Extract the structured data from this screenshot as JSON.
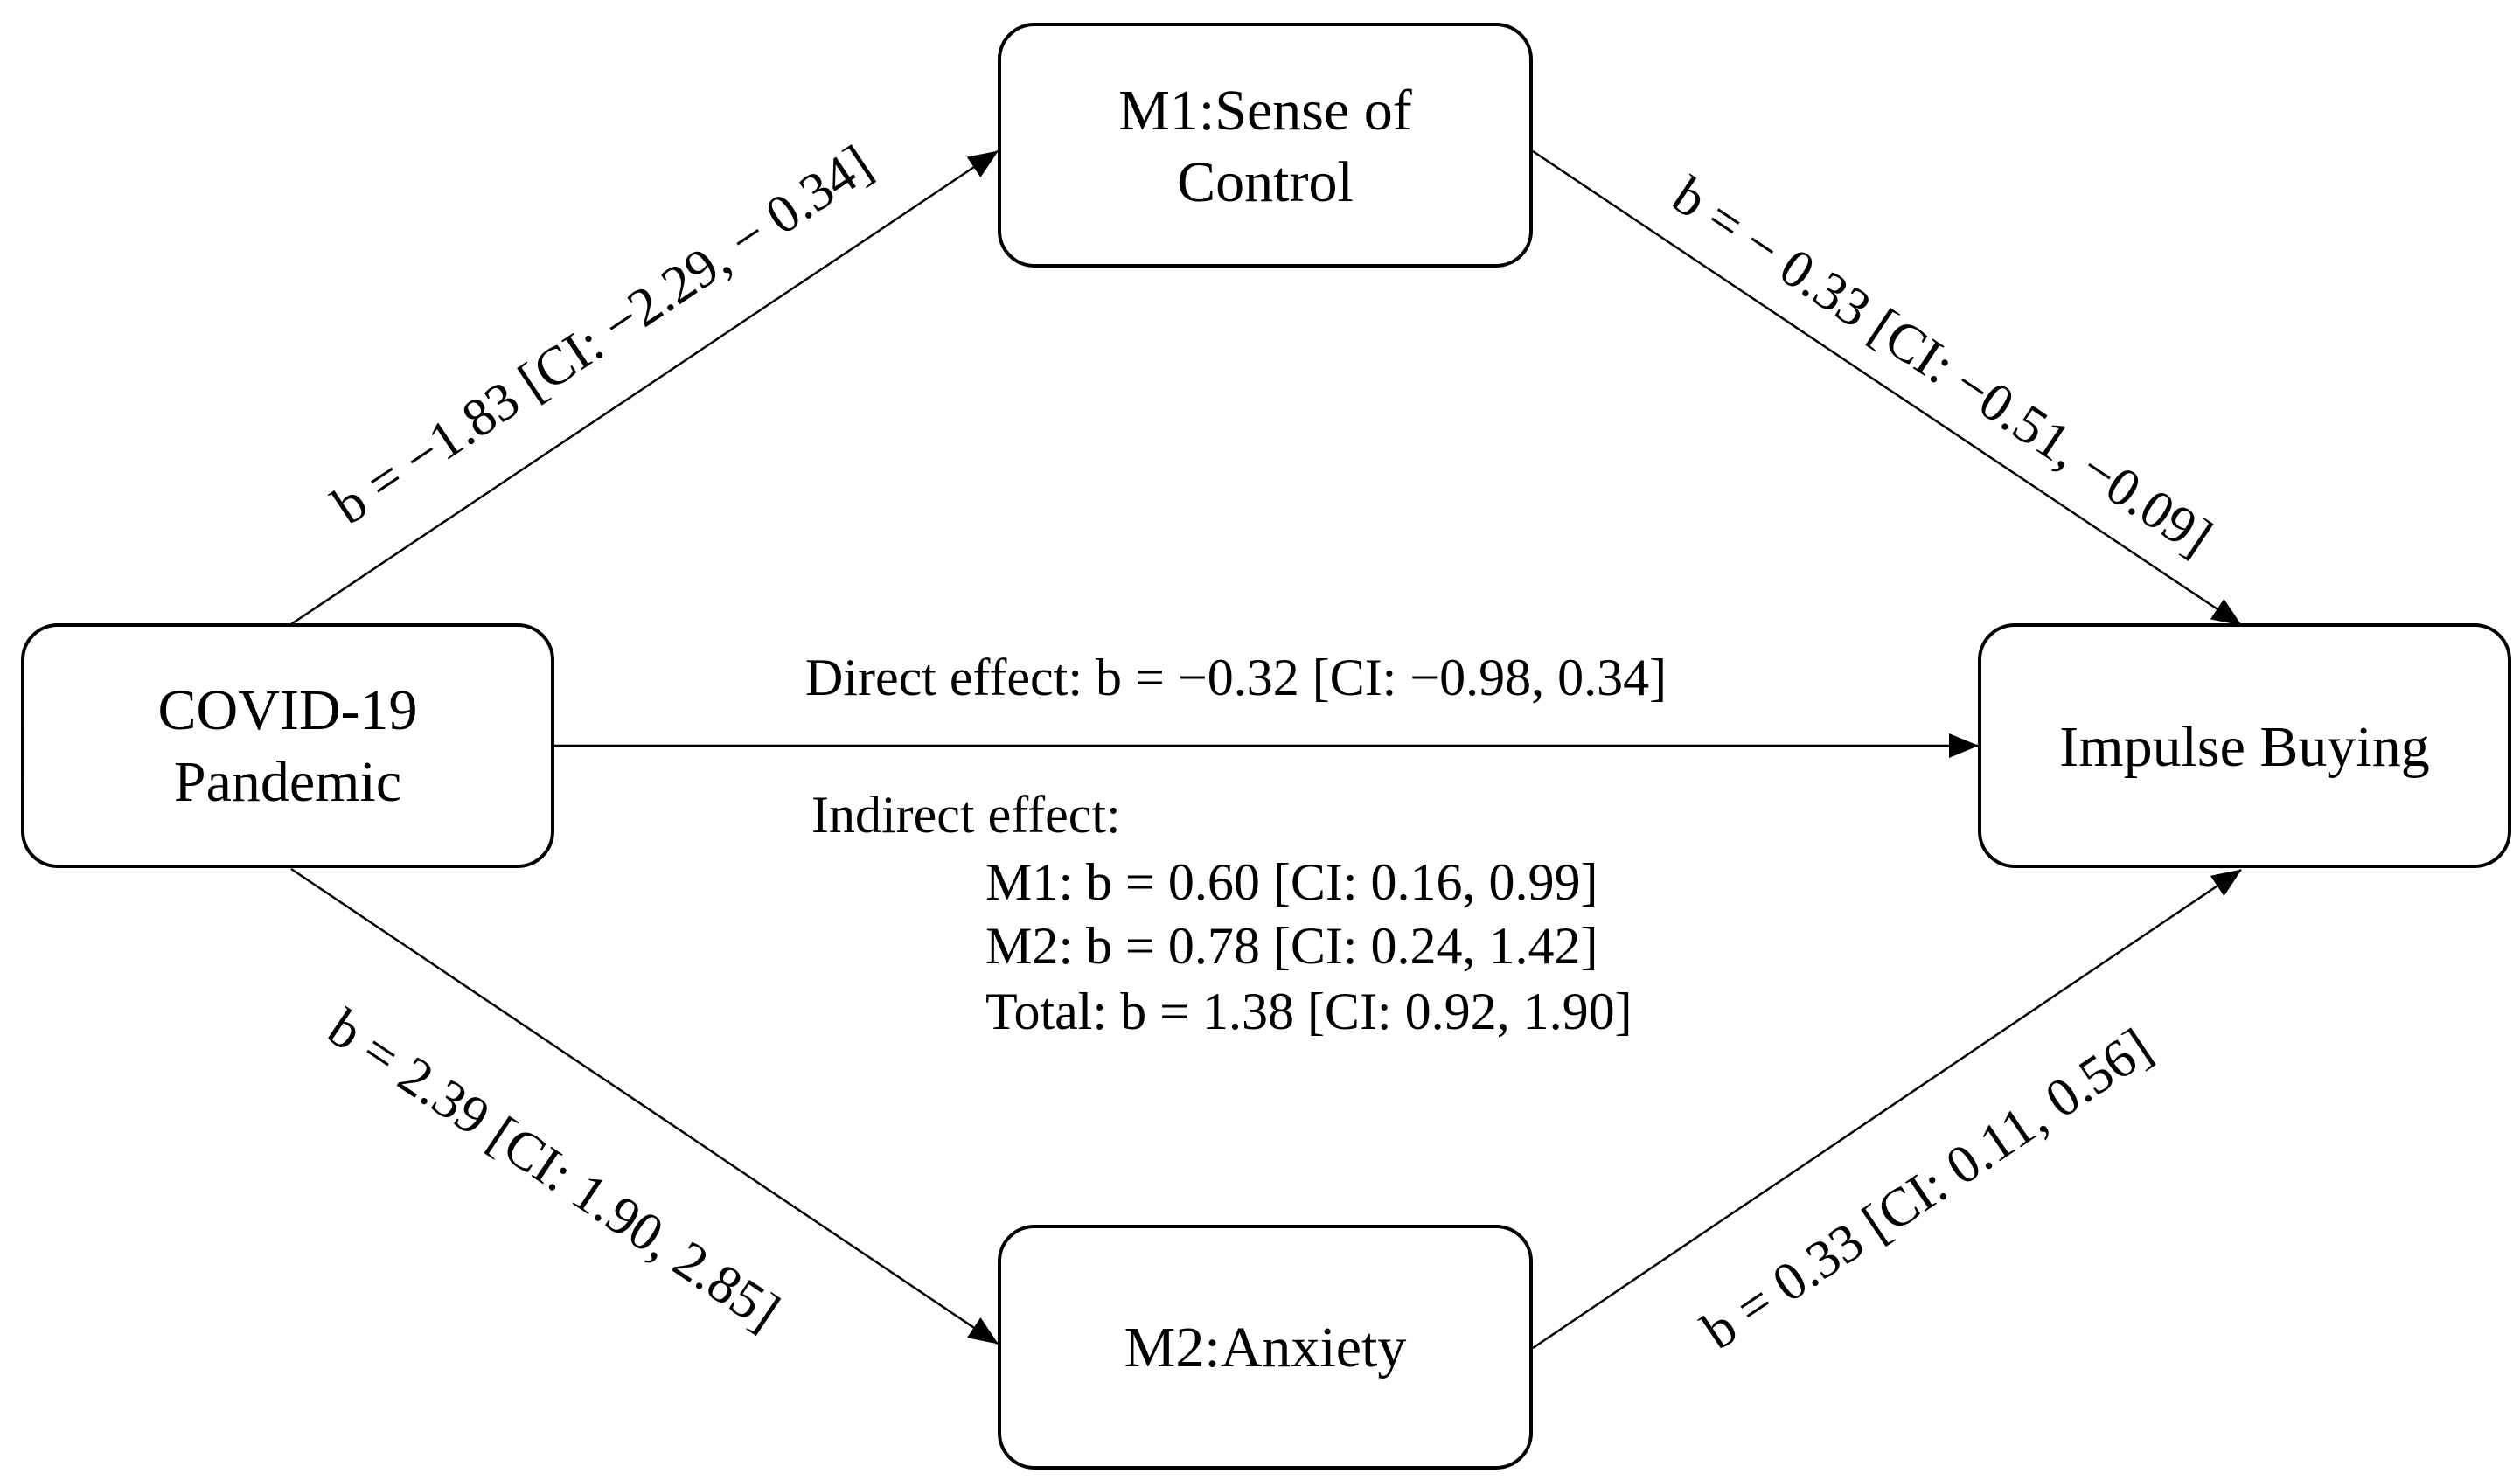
{
  "colors": {
    "stroke": "#000000",
    "background": "#ffffff",
    "text": "#000000"
  },
  "nodes": {
    "m1": {
      "line1": "M1:Sense of",
      "line2": "Control"
    },
    "covid": {
      "line1": "COVID-19",
      "line2": "Pandemic"
    },
    "impulse": {
      "label": "Impulse Buying"
    },
    "m2": {
      "label": "M2:Anxiety"
    }
  },
  "paths": {
    "covid_to_m1": "b = −1.83  [CI: −2.29, − 0.34]",
    "m1_to_impulse": "b = − 0.33 [CI: −0.51, −0.09]",
    "covid_to_m2": "b = 2.39 [CI: 1.90, 2.85]",
    "m2_to_impulse": "b = 0.33 [CI: 0.11, 0.56]"
  },
  "direct_effect": {
    "label": "Direct effect: b = −0.32  [CI: −0.98, 0.34]"
  },
  "indirect_effect": {
    "heading": "Indirect effect:",
    "m1": "M1:  b = 0.60  [CI:  0.16, 0.99]",
    "m2": "M2:  b = 0.78  [CI:  0.24, 1.42]",
    "total": "Total:  b = 1.38  [CI: 0.92, 1.90]"
  }
}
